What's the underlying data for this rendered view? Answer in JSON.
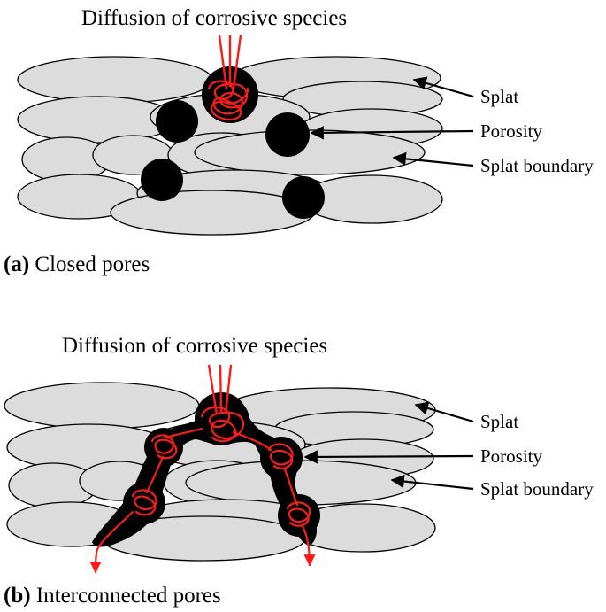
{
  "panel_a": {
    "title": "Diffusion of corrosive species",
    "labels": {
      "splat": "Splat",
      "porosity": "Porosity",
      "splat_boundary": "Splat boundary"
    },
    "caption_letter": "(a)",
    "caption_text": " Closed pores"
  },
  "panel_b": {
    "title": "Diffusion of corrosive species",
    "labels": {
      "splat": "Splat",
      "porosity": "Porosity",
      "splat_boundary": "Splat boundary"
    },
    "caption_letter": "(b)",
    "caption_text": " Interconnected pores"
  },
  "colors": {
    "splat_fill": "#dcdcdc",
    "pore": "#000000",
    "corrosive": "#ff1a1a"
  }
}
